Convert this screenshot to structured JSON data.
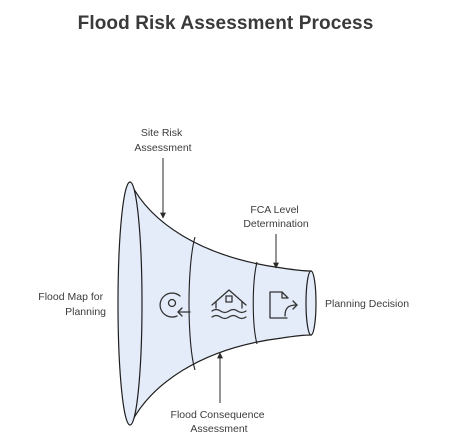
{
  "title": "Flood Risk Assessment Process",
  "colors": {
    "funnel_fill": "#e4ebf9",
    "funnel_stroke": "#1f1f1f",
    "icon_stroke": "#333333",
    "label_text": "#3c3c3c",
    "title_text": "#3a3a3a"
  },
  "labels": {
    "left": [
      "Flood Map for",
      "Planning"
    ],
    "right": [
      "Planning Decision"
    ],
    "top_1": [
      "Site Risk",
      "Assessment"
    ],
    "top_2": [
      "FCA Level",
      "Determination"
    ],
    "bottom": [
      "Flood Consequence",
      "Assessment"
    ]
  },
  "icons": {
    "section_1": "refresh-icon",
    "section_2": "flood-house-icon",
    "section_3": "document-share-icon"
  }
}
